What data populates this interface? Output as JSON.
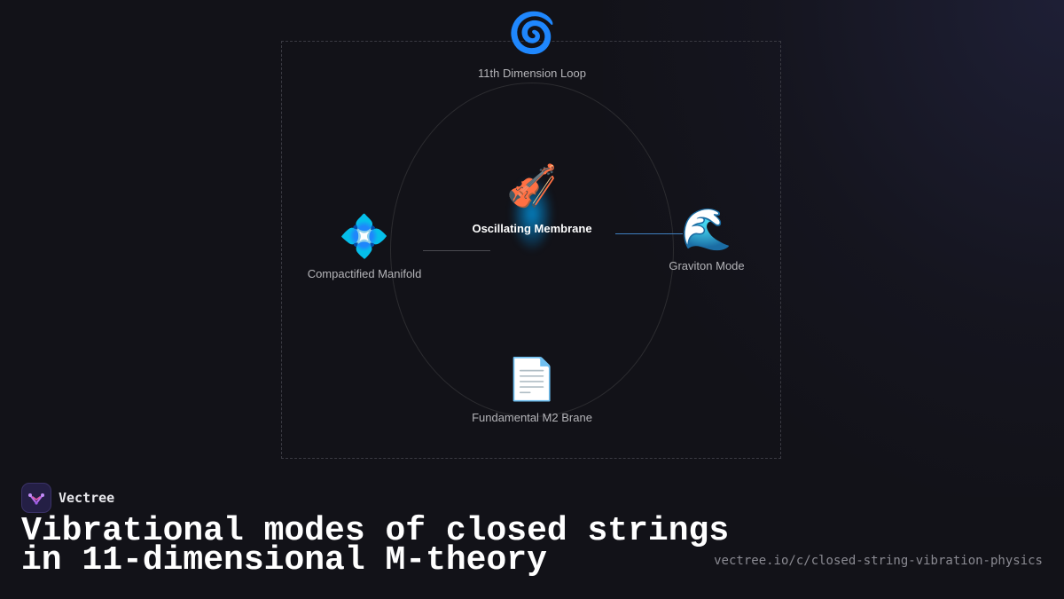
{
  "diagram": {
    "center": {
      "icon": "violin-icon",
      "glyph": "🎻",
      "label": "Oscillating Membrane"
    },
    "nodes": {
      "top": {
        "icon": "cyclone-icon",
        "glyph": "🌀",
        "label": "11th Dimension Loop"
      },
      "left": {
        "icon": "diamond-dot-icon",
        "glyph": "💠",
        "label": "Compactified Manifold"
      },
      "right": {
        "icon": "water-wave-icon",
        "glyph": "🌊",
        "label": "Graviton Mode"
      },
      "bottom": {
        "icon": "page-facing-up-icon",
        "glyph": "📄",
        "label": "Fundamental M2 Brane"
      }
    },
    "accent_color": "#3f7fbf"
  },
  "footer": {
    "brand": {
      "name": "Vectree",
      "logo_icon": "vectree-logo-icon"
    },
    "title_line1": "Vibrational modes of closed strings",
    "title_line2": "in 11-dimensional M-theory",
    "url": "vectree.io/c/closed-string-vibration-physics"
  }
}
